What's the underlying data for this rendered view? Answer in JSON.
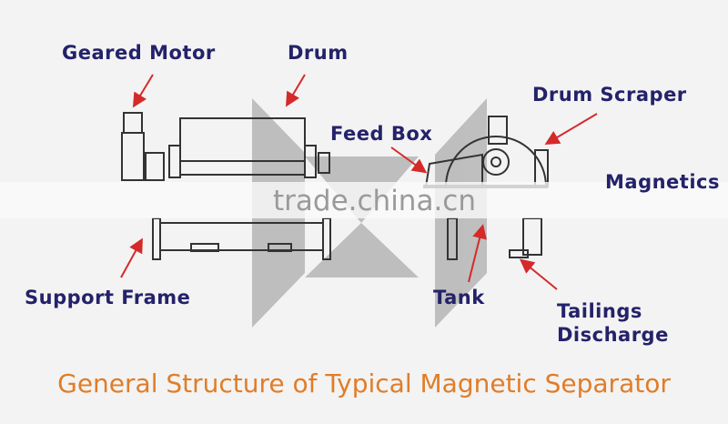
{
  "title": "General Structure of Typical Magnetic Separator",
  "labels": {
    "geared_motor": "Geared Motor",
    "drum": "Drum",
    "drum_scraper": "Drum Scraper",
    "feed_box": "Feed Box",
    "magnetics": "Magnetics",
    "support_frame": "Support Frame",
    "tank": "Tank",
    "tailings_1": "Tailings",
    "tailings_2": "Discharge"
  },
  "watermark": "trade.china.cn",
  "colors": {
    "label": "#23226a",
    "title": "#e07d28",
    "arrow": "#d42a2a",
    "watermark_shape": "#b5b5b5"
  }
}
